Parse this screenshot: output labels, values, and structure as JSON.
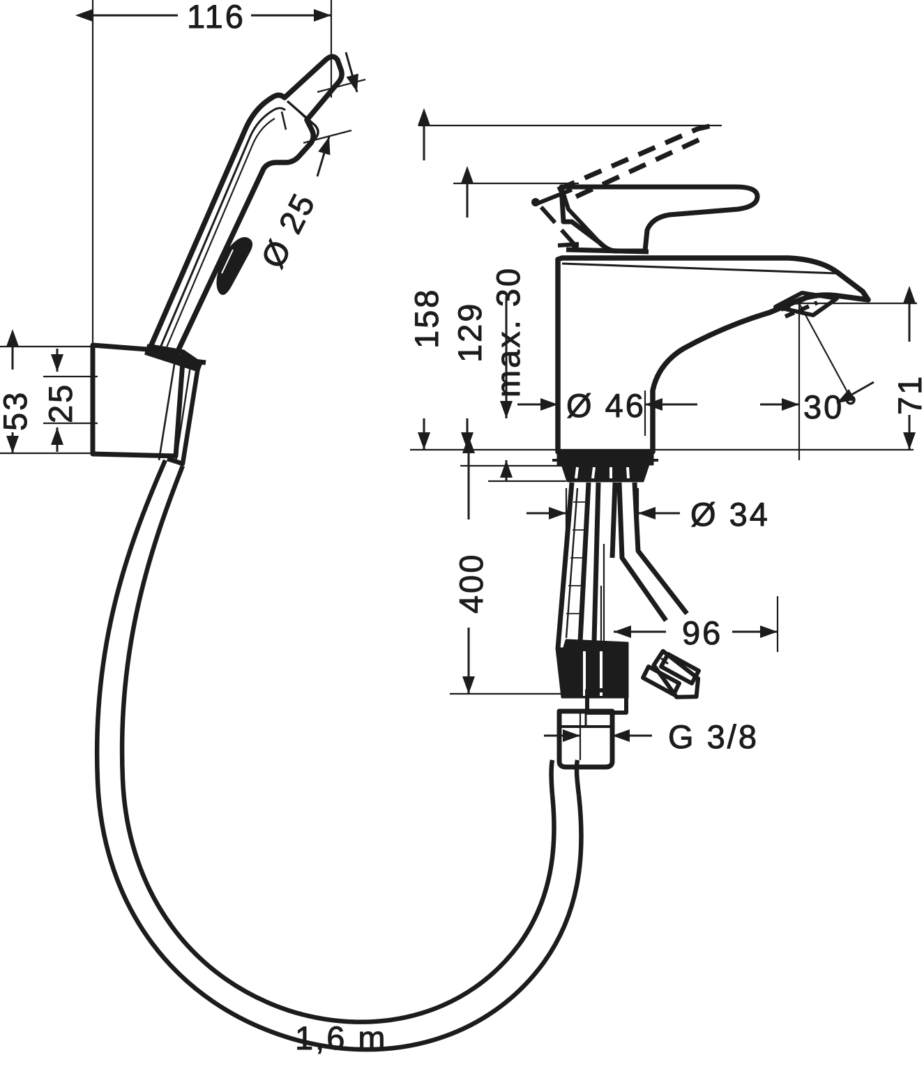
{
  "document": {
    "type": "technical-dimension-drawing",
    "subject": "single-lever basin mixer with bidette hand shower and hose",
    "line_color": "#1c1c1c",
    "background_color": "#ffffff",
    "units": "mm (unless stated)"
  },
  "dimensions": {
    "handshower_length": {
      "label": "116",
      "orientation": "horizontal",
      "position": "top-left",
      "arrow_style": "double-filled"
    },
    "handshower_head_diameter": {
      "label": "Ø 25",
      "orientation": "rotated",
      "position": "upper-left-of-head",
      "arrow_style": "double-filled"
    },
    "bracket_outer_height": {
      "label": "53",
      "orientation": "vertical",
      "position": "far-left",
      "arrow_style": "double-filled"
    },
    "bracket_inner_height": {
      "label": "25",
      "orientation": "vertical",
      "position": "far-left-inner",
      "arrow_style": "double-filled"
    },
    "mixer_total_height": {
      "label": "158",
      "orientation": "vertical",
      "position": "left-of-mixer",
      "arrow_style": "double-filled"
    },
    "mixer_spout_height": {
      "label": "129",
      "orientation": "vertical",
      "position": "left-of-mixer",
      "arrow_style": "double-filled"
    },
    "max_deck_thickness": {
      "label": "max. 30",
      "orientation": "vertical",
      "position": "left-of-mixer-base",
      "arrow_style": "double-filled"
    },
    "body_diameter": {
      "label": "Ø 46",
      "orientation": "horizontal",
      "position": "mixer-body",
      "arrow_style": "inward-filled"
    },
    "spout_projection_angle": {
      "label": "30°",
      "orientation": "horizontal-with-leader",
      "position": "right-of-spout",
      "arrow_style": "leader-arrows"
    },
    "spout_reach": {
      "label": "71",
      "orientation": "vertical",
      "position": "far-right",
      "arrow_style": "double-filled"
    },
    "shank_diameter": {
      "label": "Ø 34",
      "orientation": "horizontal",
      "position": "below-mixer-base",
      "arrow_style": "inward-filled"
    },
    "hose_drop_length": {
      "label": "400",
      "orientation": "vertical",
      "position": "left-of-connections",
      "arrow_style": "double-filled"
    },
    "diverter_offset": {
      "label": "96",
      "orientation": "horizontal",
      "position": "right-of-diverter",
      "arrow_style": "leader-arrows"
    },
    "thread_size": {
      "label": "G 3/8",
      "orientation": "horizontal",
      "position": "bottom-connector",
      "arrow_style": "inward-filled"
    },
    "hose_length": {
      "label": "1,6 m",
      "orientation": "horizontal",
      "position": "bottom-center-inside-hose-loop",
      "arrow_style": "none"
    }
  },
  "parts": [
    {
      "name": "bidette-hand-shower",
      "label": ""
    },
    {
      "name": "wall-bracket",
      "label": ""
    },
    {
      "name": "shower-hose",
      "label": ""
    },
    {
      "name": "basin-mixer-body",
      "label": ""
    },
    {
      "name": "mixer-lever-handle",
      "label": ""
    },
    {
      "name": "lever-handle-raised-ghost",
      "label": ""
    },
    {
      "name": "aerator-spout-outlet",
      "label": ""
    },
    {
      "name": "threaded-shank",
      "label": ""
    },
    {
      "name": "flexible-supply-hose",
      "label": ""
    },
    {
      "name": "diverter-valve",
      "label": ""
    },
    {
      "name": "hose-connector-nut",
      "label": ""
    }
  ]
}
